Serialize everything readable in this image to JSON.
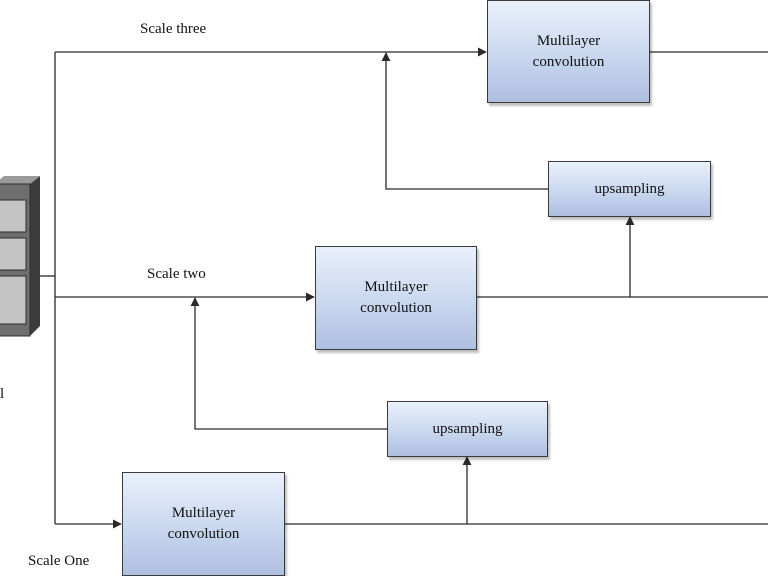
{
  "labels": {
    "scale_three": "Scale three",
    "scale_two": "Scale two",
    "scale_one": "Scale One",
    "edge_glyph": "l"
  },
  "boxes": {
    "conv_scale_three": "Multilayer\nconvolution",
    "conv_scale_two": "Multilayer\nconvolution",
    "conv_scale_one": "Multilayer\nconvolution",
    "upsampling_upper": "upsampling",
    "upsampling_lower": "upsampling"
  },
  "colors": {
    "box_fill_top": "#eaf0fb",
    "box_fill_bottom": "#aebfe0",
    "line": "#2a2a2a",
    "server_body": "#6e6e6e",
    "server_indicator": "#e00000"
  },
  "icons": {
    "input_source": "server-icon"
  }
}
